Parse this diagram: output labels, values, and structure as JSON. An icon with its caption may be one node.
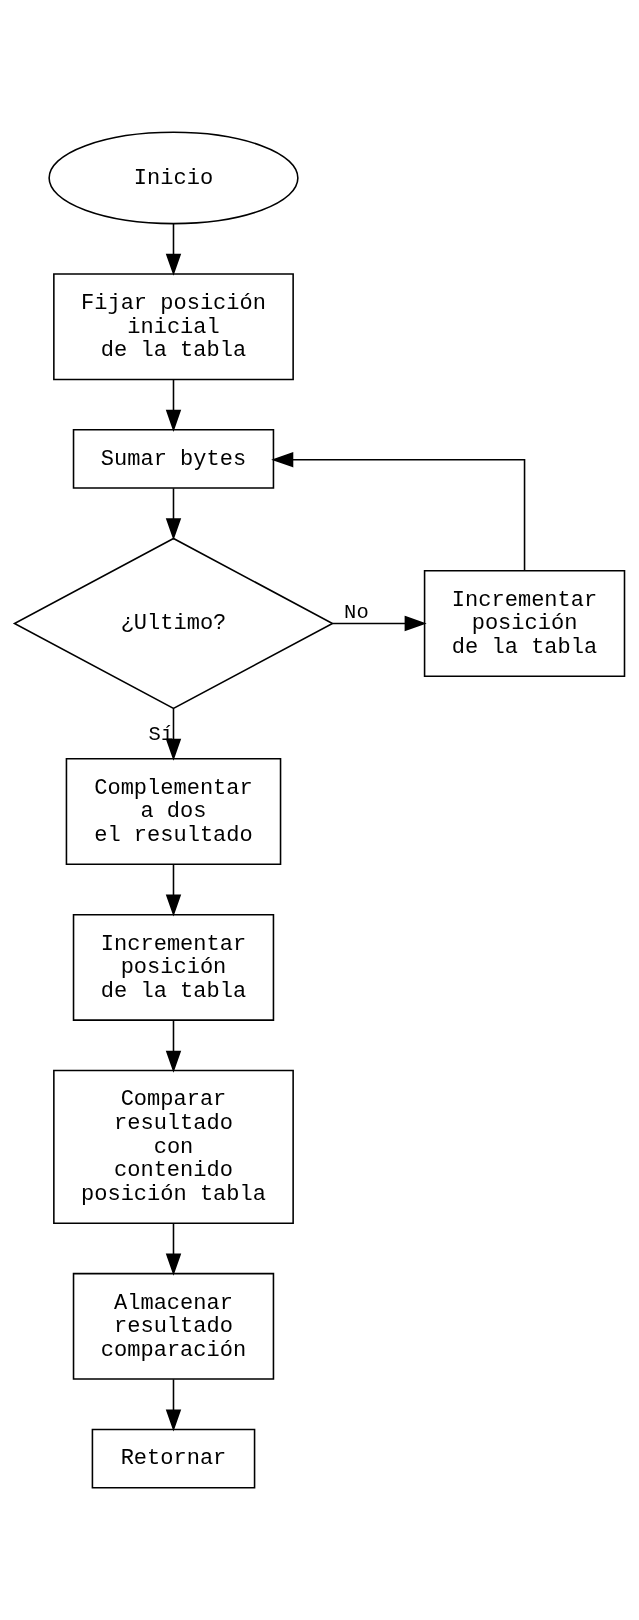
{
  "diagram": {
    "nodes": [
      {
        "text": [
          "Inicio"
        ]
      },
      {
        "text": [
          "Fijar posición inicial de la tabla"
        ]
      },
      {
        "text": [
          "Sumar bytes"
        ]
      },
      {
        "text": [
          "Incrementar posición de la tabla"
        ]
      },
      {
        "text": [
          "¿Ultimo?"
        ]
      },
      {
        "text": [
          "Complementar a dos el resultado"
        ]
      },
      {
        "text": [
          "Incrementar posición de la tabla"
        ]
      },
      {
        "text": [
          "Comparar resultado con contenido posición tabla"
        ]
      },
      {
        "text": [
          "Almacenar resultado comparación"
        ]
      },
      {
        "text": [
          "Retornar"
        ]
      }
    ],
    "edges": [
      {
        "from": 0,
        "to": 1,
        "arrow": "to"
      },
      {
        "from": 1,
        "to": 2,
        "arrow": "to"
      },
      {
        "from": 2,
        "to": 4,
        "arrow": "to"
      },
      {
        "from": 4,
        "to": 3,
        "arrow": "to",
        "label": "No"
      },
      {
        "from": 3,
        "to": 2,
        "arrow": "to"
      },
      {
        "from": 4,
        "to": 5,
        "arrow": "to",
        "label": "Sí"
      },
      {
        "from": 5,
        "to": 6,
        "arrow": "to"
      },
      {
        "from": 6,
        "to": 7,
        "arrow": "to"
      },
      {
        "from": 7,
        "to": 8,
        "arrow": "to"
      },
      {
        "from": 8,
        "to": 9,
        "arrow": "to"
      }
    ]
  }
}
